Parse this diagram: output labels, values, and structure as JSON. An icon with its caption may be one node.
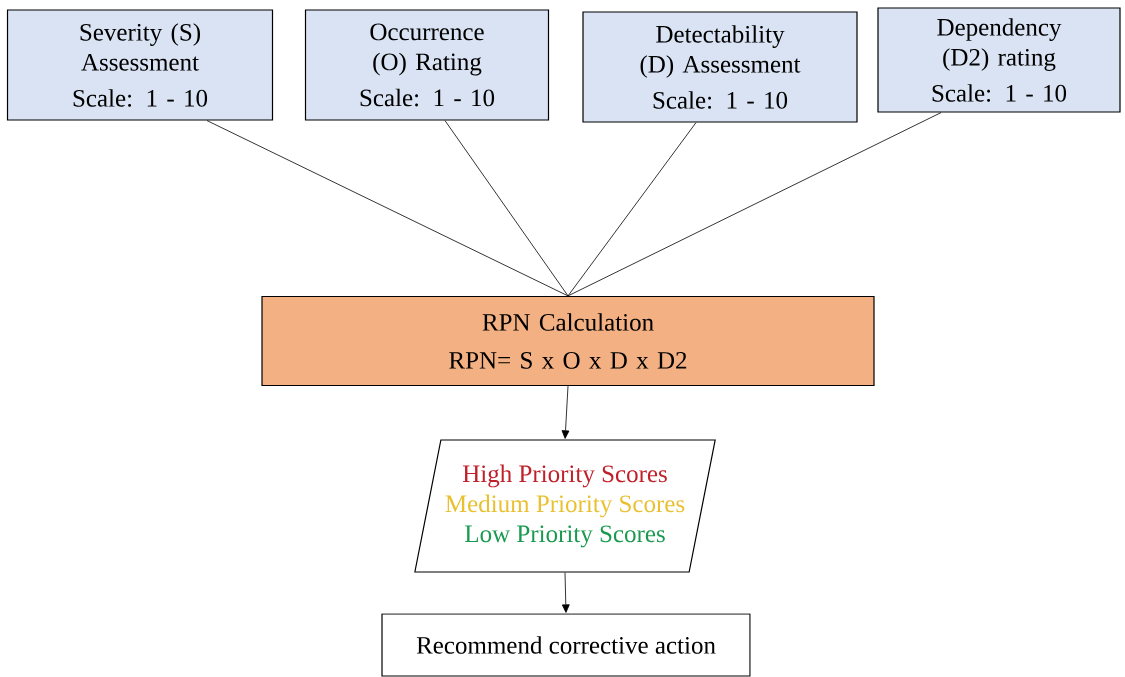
{
  "diagram": {
    "nodes": [
      {
        "text": [
          "Severity (S) Assessment",
          "Scale: 1 - 10"
        ]
      },
      {
        "text": [
          "Occurrence (O) Rating",
          "Scale: 1 - 10"
        ]
      },
      {
        "text": [
          "Detectability (D) Assessment",
          "Scale: 1 - 10"
        ]
      },
      {
        "text": [
          "Dependency (D2) rating",
          "Scale: 1 - 10"
        ]
      },
      {
        "text": [
          "RPN Calculation",
          "RPN= S x O x D x D2"
        ]
      },
      {
        "text": [
          "High Priority Scores",
          "Medium Priority Scores",
          "Low Priority Scores"
        ]
      },
      {
        "text": [
          "Recommend corrective action"
        ]
      }
    ],
    "edges": [
      {
        "from": 0,
        "to": 4,
        "arrow": "none"
      },
      {
        "from": 1,
        "to": 4,
        "arrow": "none"
      },
      {
        "from": 2,
        "to": 4,
        "arrow": "none"
      },
      {
        "from": 3,
        "to": 4,
        "arrow": "none"
      },
      {
        "from": 4,
        "to": 5,
        "arrow": "to"
      },
      {
        "from": 5,
        "to": 6,
        "arrow": "to"
      }
    ]
  }
}
